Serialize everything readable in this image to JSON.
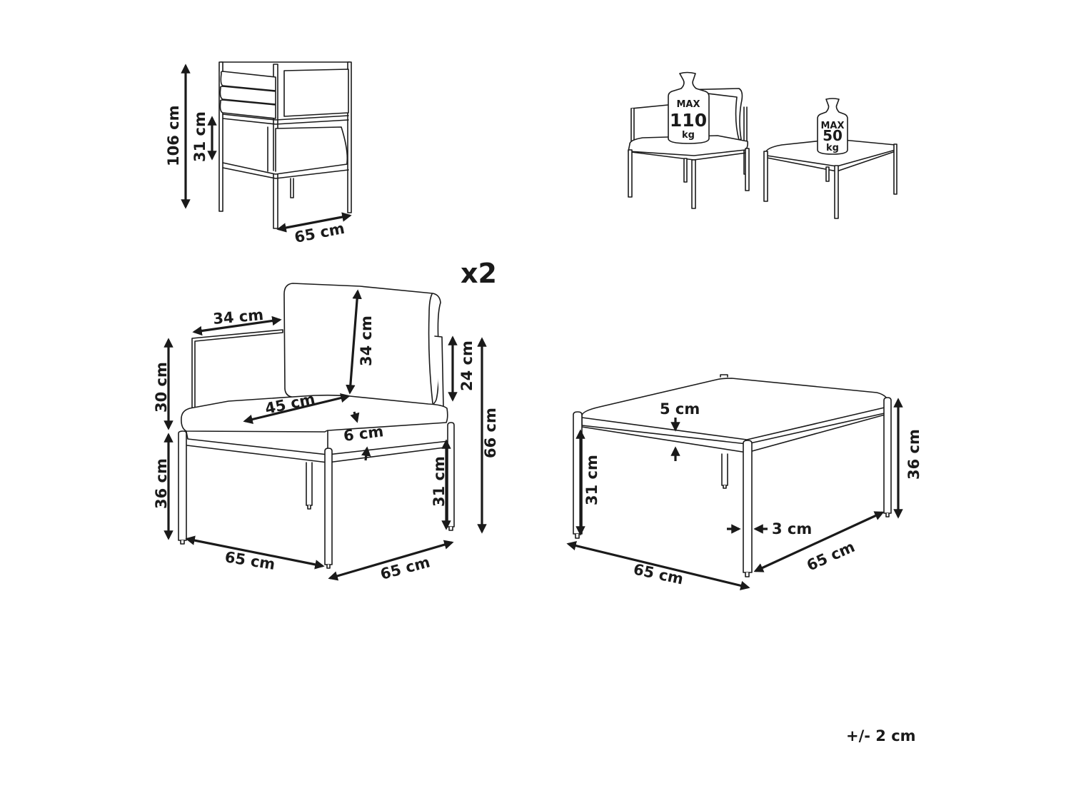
{
  "diagram": {
    "type": "furniture-dimension-drawing",
    "quantity_badge": "x2",
    "tolerance": "+/- 2 cm",
    "side_view": {
      "height_total": "106 cm",
      "armrest_height": "31 cm",
      "depth": "65 cm"
    },
    "load_icons": {
      "chair": {
        "max_label": "MAX",
        "value": "110",
        "unit": "kg"
      },
      "table": {
        "max_label": "MAX",
        "value": "50",
        "unit": "kg"
      }
    },
    "chair": {
      "armrest_length": "34 cm",
      "backrest_height": "34 cm",
      "seat_depth": "45 cm",
      "armrest_height_above_seat": "30 cm",
      "backrest_side_height": "24 cm",
      "seat_cushion_thickness": "6 cm",
      "seat_height": "36 cm",
      "leg_height": "31 cm",
      "total_height": "66 cm",
      "width": "65 cm",
      "depth": "65 cm"
    },
    "table": {
      "top_thickness": "5 cm",
      "leg_height": "31 cm",
      "total_height": "36 cm",
      "leg_diameter": "3 cm",
      "width": "65 cm",
      "depth": "65 cm"
    }
  }
}
